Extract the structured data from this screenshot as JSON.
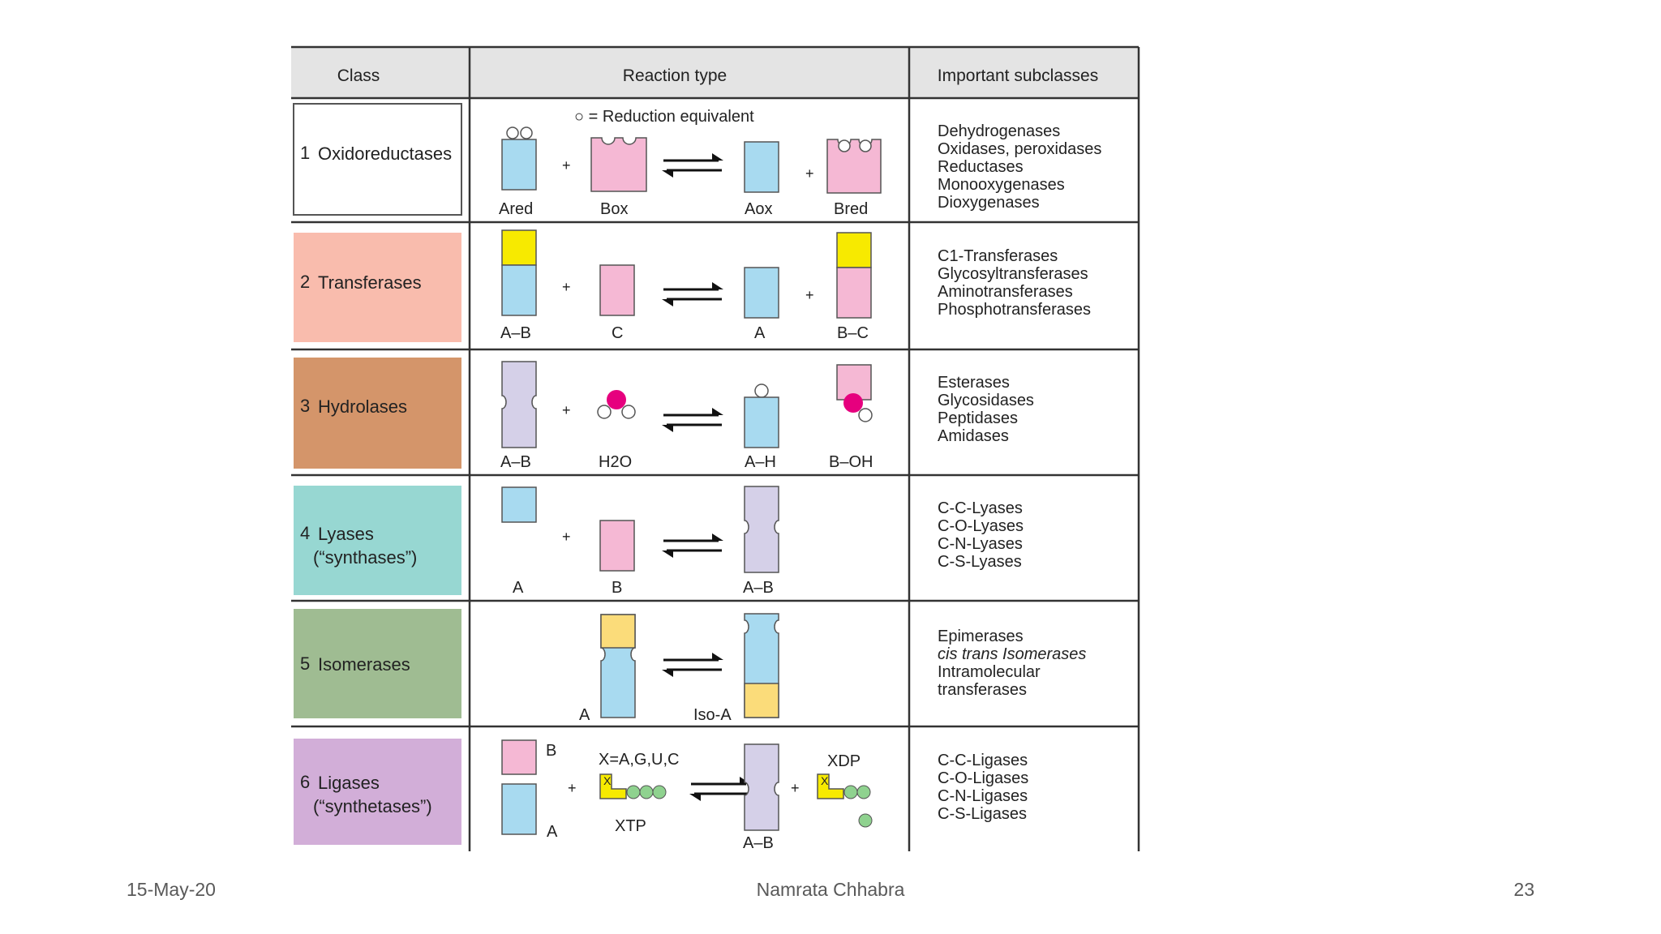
{
  "table": {
    "headers": {
      "class": "Class",
      "reaction": "Reaction type",
      "subclasses": "Important subclasses"
    },
    "reduction_note": "○ = Reduction equivalent",
    "rows": [
      {
        "number": "1",
        "name": "Oxidoreductases",
        "name_line2": "",
        "color": "#ffffff",
        "labels": [
          "Ared",
          "Box",
          "Aox",
          "Bred"
        ],
        "subclasses": [
          "Dehydrogenases",
          "Oxidases, peroxidases",
          "Reductases",
          "Monooxygenases",
          "Dioxygenases"
        ]
      },
      {
        "number": "2",
        "name": "Transferases",
        "name_line2": "",
        "color": "#f9bcad",
        "labels": [
          "A–B",
          "C",
          "A",
          "B–C"
        ],
        "subclasses": [
          "C1-Transferases",
          "Glycosyltransferases",
          "Aminotransferases",
          "Phosphotransferases"
        ]
      },
      {
        "number": "3",
        "name": "Hydrolases",
        "name_line2": "",
        "color": "#d4956a",
        "labels": [
          "A–B",
          "H2O",
          "A–H",
          "B–OH"
        ],
        "subclasses": [
          "Esterases",
          "Glycosidases",
          "Peptidases",
          "Amidases"
        ]
      },
      {
        "number": "4",
        "name": "Lyases",
        "name_line2": "(“synthases”)",
        "color": "#97d7d2",
        "labels": [
          "A",
          "B",
          "A–B"
        ],
        "subclasses": [
          "C-C-Lyases",
          "C-O-Lyases",
          "C-N-Lyases",
          "C-S-Lyases"
        ]
      },
      {
        "number": "5",
        "name": "Isomerases",
        "name_line2": "",
        "color": "#9fbc92",
        "labels": [
          "A",
          "Iso-A"
        ],
        "subclasses": [
          "Epimerases",
          "cis trans Isomerases",
          "Intramolecular",
          "transferases"
        ]
      },
      {
        "number": "6",
        "name": "Ligases",
        "name_line2": "(“synthetases”)",
        "color": "#d2aed8",
        "labels": [
          "B",
          "A",
          "X=A,G,U,C",
          "XTP",
          "XDP",
          "A–B"
        ],
        "subclasses": [
          "C-C-Ligases",
          "C-O-Ligases",
          "C-N-Ligases",
          "C-S-Ligases"
        ]
      }
    ]
  },
  "footer": {
    "date": "15-May-20",
    "author": "Namrata Chhabra",
    "page": "23"
  },
  "colors": {
    "blue": "#a8daf0",
    "pink": "#f5b8d4",
    "yellow": "#f7ea00",
    "lightyellow": "#fbdc7a",
    "lavender": "#d5d0e8",
    "magenta": "#e6007e",
    "header_bg": "#e4e4e4"
  }
}
